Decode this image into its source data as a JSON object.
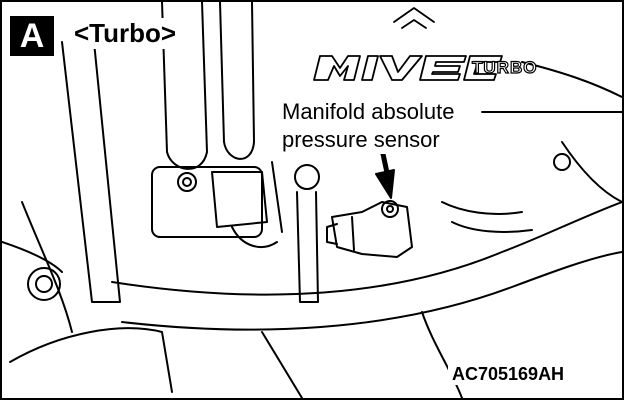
{
  "figure": {
    "view_letter": "A",
    "variant_label": "<Turbo>",
    "callout": {
      "line1": "Manifold absolute",
      "line2": "pressure sensor"
    },
    "reference_code": "AC705169AH",
    "logo_text": "MIVEC",
    "logo_sub_text": "TURBO"
  },
  "colors": {
    "line": "#000000",
    "background": "#ffffff"
  },
  "icons": {
    "pointer": "arrow-down-icon",
    "brand": "mivec-logo-icon"
  }
}
